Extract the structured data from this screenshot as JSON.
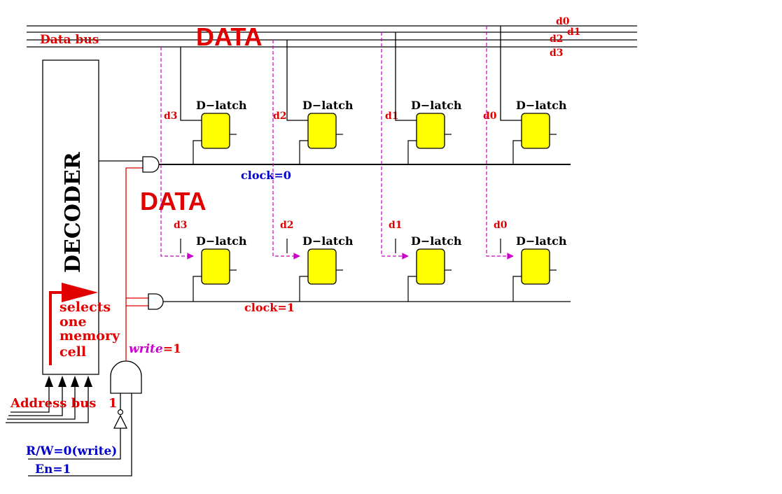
{
  "labels": {
    "data_bus": "Data bus",
    "data_top": "DATA",
    "data_mid": "DATA",
    "decoder": "DECODER",
    "selects": [
      "selects",
      "one",
      "memory",
      "cell"
    ],
    "address_bus": "Address bus",
    "address_one": "1",
    "write_word": "write",
    "write_value": "=1",
    "rw": "R/W=0(write)",
    "en": "En=1",
    "clock0": "clock=0",
    "clock1": "clock=1",
    "latch": "D−latch",
    "bus_lines": [
      "d0",
      "d1",
      "d2",
      "d3"
    ],
    "bits": [
      "d3",
      "d2",
      "d1",
      "d0"
    ]
  },
  "colors": {
    "red": "#e00000",
    "blue": "#0000cc",
    "magenta": "#cc00cc",
    "yellow": "#ffff00",
    "black": "#000000"
  }
}
